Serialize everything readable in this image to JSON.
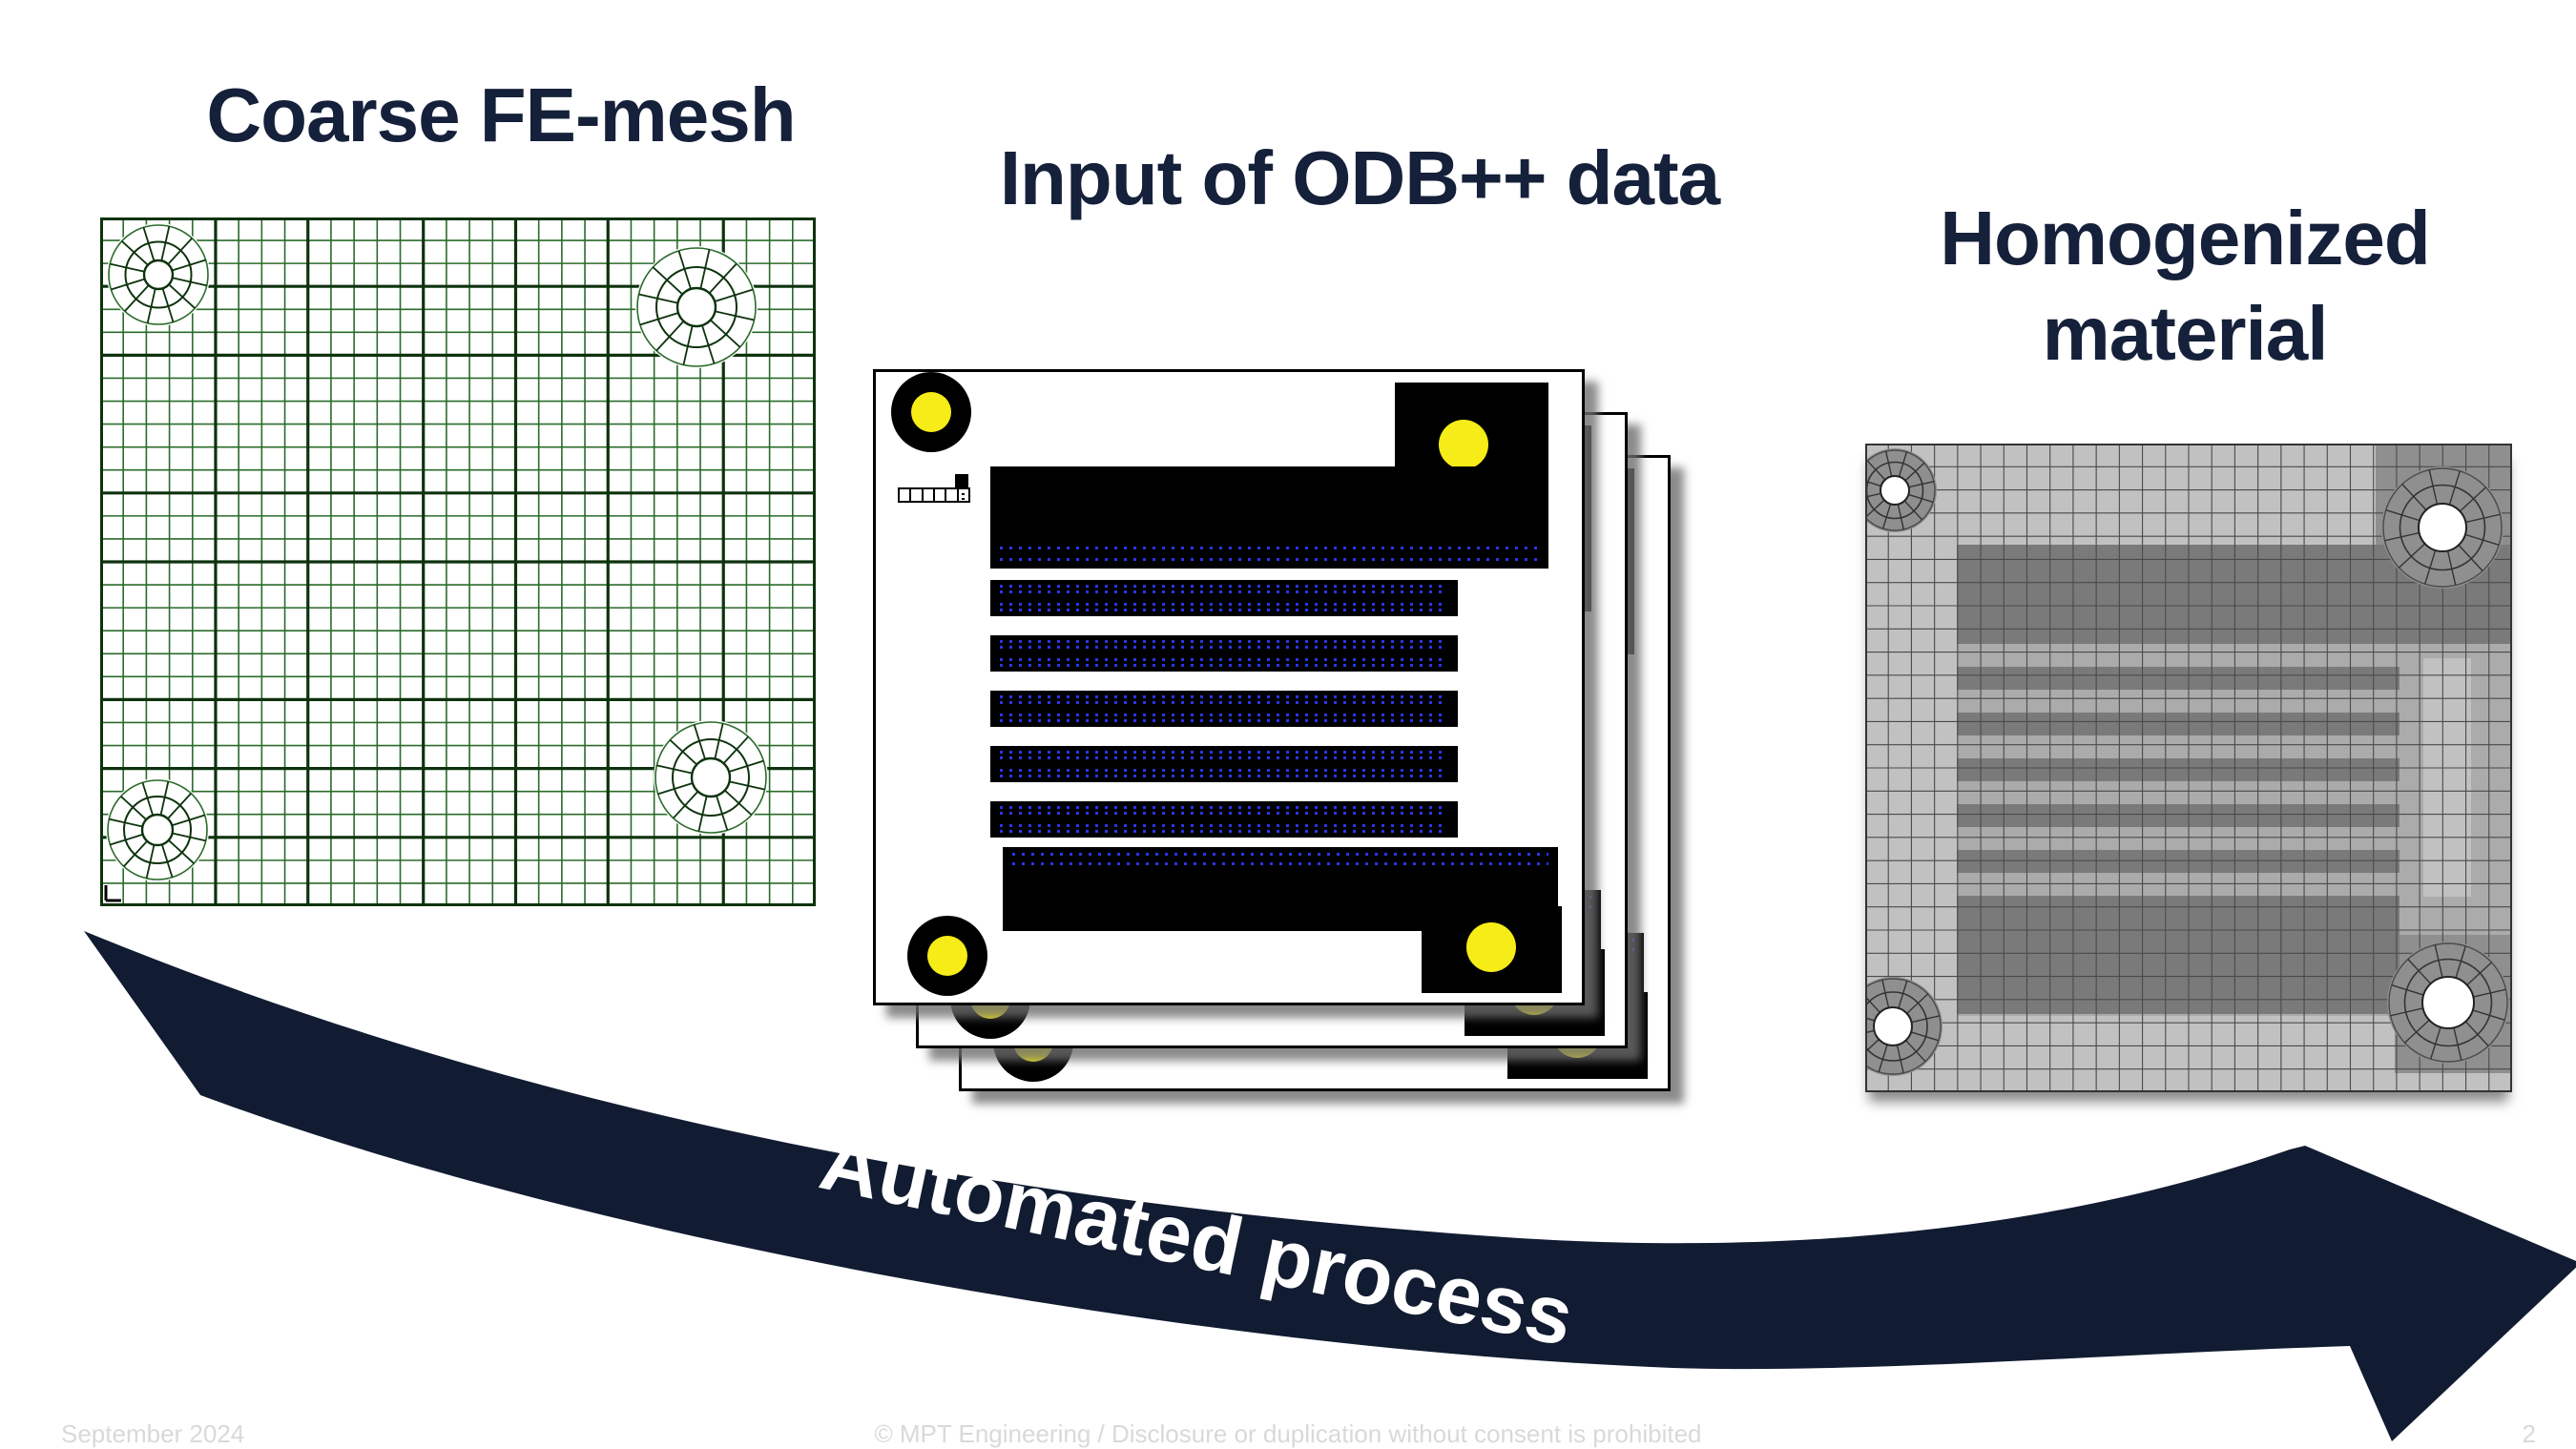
{
  "slide": {
    "titles": {
      "coarse": "Coarse FE-mesh",
      "odb": "Input of ODB++ data",
      "homogenized_line1": "Homogenized",
      "homogenized_line2": "material"
    },
    "arrow": {
      "label": "Automated process"
    },
    "footer": {
      "date": "September 2024",
      "copyright": "© MPT Engineering / Disclosure or duplication without consent is prohibited",
      "page_number": "2"
    },
    "colors": {
      "navy": "#111b31",
      "title-text": "#15203a",
      "pcb-yellow": "#f6ec17",
      "pcb-black": "#000000",
      "trace-blue": "#2a35e8",
      "mesh-green": "#2a6b2a",
      "mesh-green-dark": "#0d330d",
      "gray-bg": "#ababab",
      "gray-light": "#c1c1c1",
      "gray-mid": "#8f8f8f",
      "gray-dark": "#7a7a7a",
      "gray-line": "#4a4a4a",
      "footer-text": "#d9d9d9"
    }
  }
}
